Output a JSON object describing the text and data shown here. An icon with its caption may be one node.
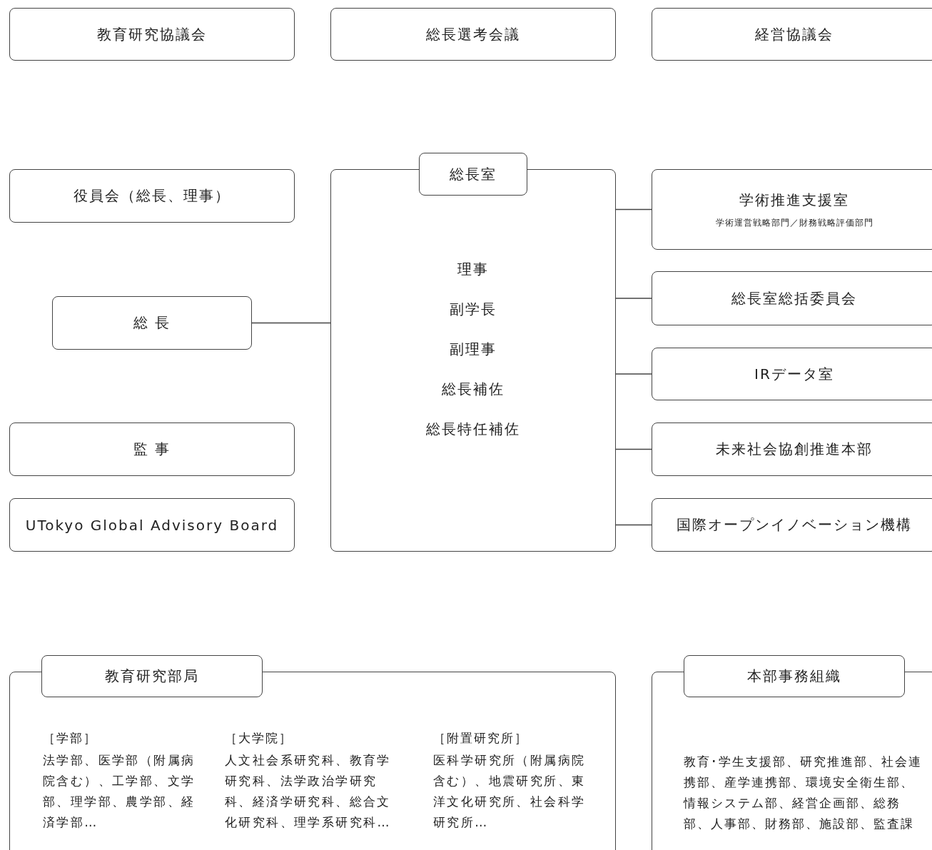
{
  "diagram": {
    "nodes": [
      {
        "text": [
          "教育研究協議会"
        ]
      },
      {
        "text": [
          "総長選考会議"
        ]
      },
      {
        "text": [
          "経営協議会"
        ]
      },
      {
        "text": [
          "役員会（総長、理事）"
        ]
      },
      {
        "text": [
          "総長室",
          "理事",
          "副学長",
          "副理事",
          "総長補佐",
          "総長特任補佐"
        ]
      },
      {
        "text": [
          "学術推進支援室",
          "学術運営戦略部門／財務戦略評価部門"
        ]
      },
      {
        "text": [
          "総 長"
        ]
      },
      {
        "text": [
          "総長室総括委員会"
        ]
      },
      {
        "text": [
          "IRデータ室"
        ]
      },
      {
        "text": [
          "監 事"
        ]
      },
      {
        "text": [
          "未来社会協創推進本部"
        ]
      },
      {
        "text": [
          "UTokyo Global Advisory Board"
        ]
      },
      {
        "text": [
          "国際オープンイノベーション機構"
        ]
      },
      {
        "text": [
          "教育研究部局",
          "［学部］",
          "法学部、医学部（附属病院含む）、工学部、文学部、理学部、農学部、経済学部…",
          "［大学院］",
          "人文社会系研究科、教育学研究科、法学政治学研究科、経済学研究科、総合文化研究科、理学系研究科…",
          "［附置研究所］",
          "医科学研究所（附属病院含む）、地震研究所、東洋文化研究所、社会科学研究所…"
        ]
      },
      {
        "text": [
          "本部事務組織",
          "教育･学生支援部、研究推進部、社会連携部、産学連携部、環境安全衛生部、情報システム部、経営企画部、総務部、人事部、財務部、施設部、監査課"
        ]
      }
    ],
    "edges": [
      {
        "from": 6,
        "to": 4,
        "arrow": "none"
      },
      {
        "from": 4,
        "to": 5,
        "arrow": "none"
      },
      {
        "from": 4,
        "to": 7,
        "arrow": "none"
      },
      {
        "from": 4,
        "to": 8,
        "arrow": "none"
      },
      {
        "from": 4,
        "to": 10,
        "arrow": "none"
      },
      {
        "from": 4,
        "to": 12,
        "arrow": "none"
      }
    ]
  }
}
